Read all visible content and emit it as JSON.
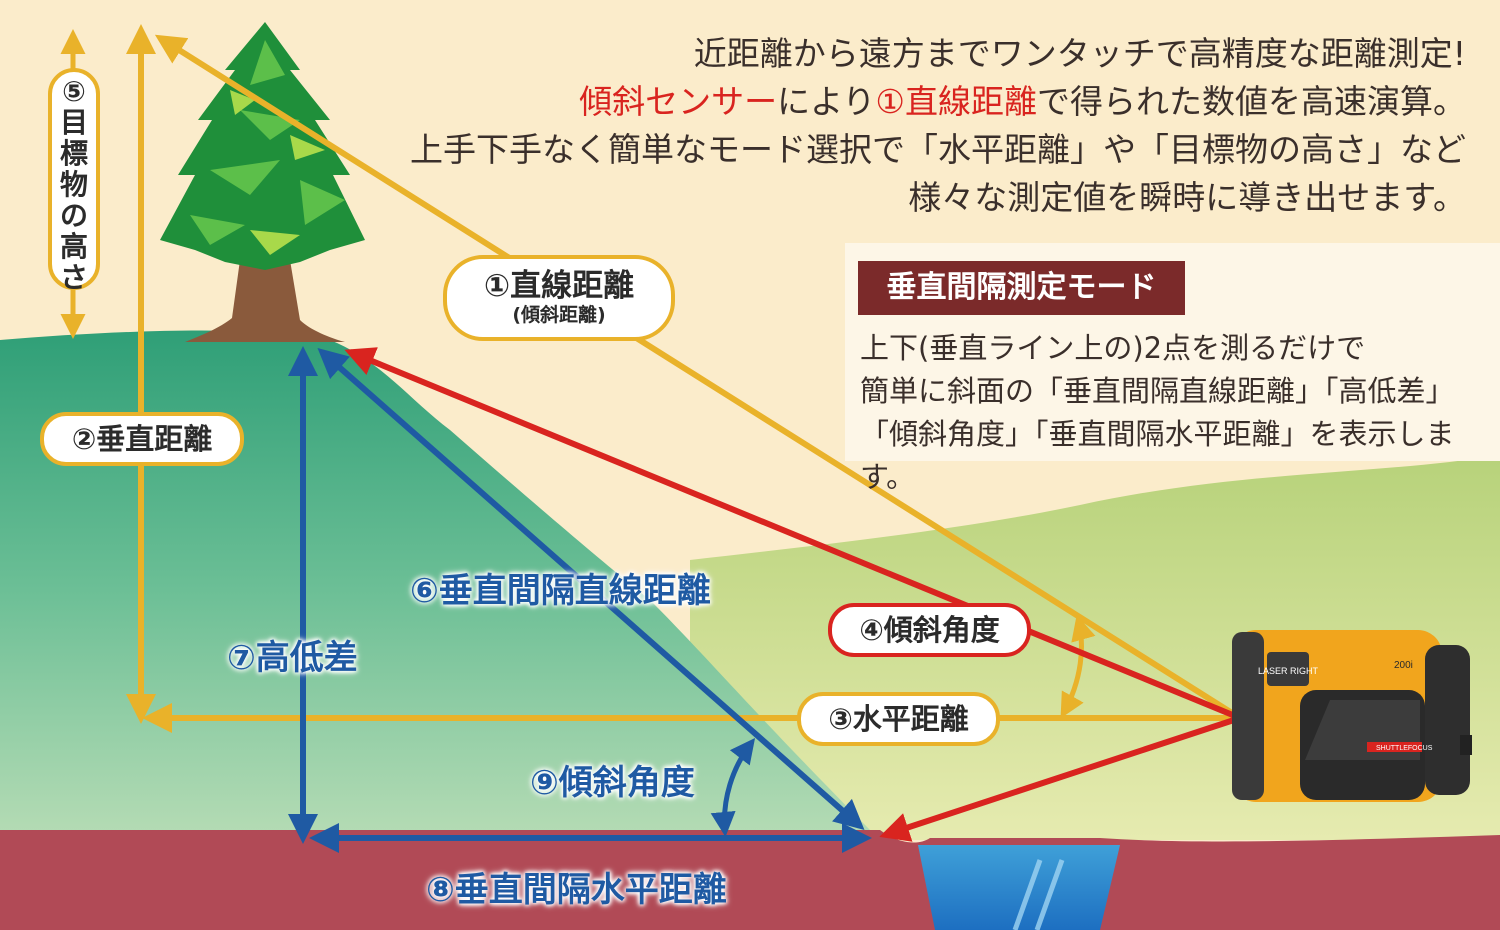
{
  "intro": {
    "line1": "近距離から遠方までワンタッチで高精度な距離測定!",
    "line2_red1": "傾斜センサー",
    "line2_mid": "により",
    "line2_red2": "①直線距離",
    "line2_end": "で得られた数値を高速演算。",
    "line3": "上手下手なく簡単なモード選択で「水平距離」や「目標物の高さ」など",
    "line4": "様々な測定値を瞬時に導き出せます。"
  },
  "mode": {
    "title": "垂直間隔測定モード",
    "desc1": "上下(垂直ライン上の)2点を測るだけで",
    "desc2": "簡単に斜面の「垂直間隔直線距離」「高低差」",
    "desc3": "「傾斜角度」「垂直間隔水平距離」を表示します。"
  },
  "labels": {
    "straight": "①直線距離",
    "straight_sub": "(傾斜距離)",
    "vertical": "②垂直距離",
    "horizontal": "③水平距離",
    "incline": "④傾斜角度",
    "target_height": "⑤目標物の高さ",
    "vi_straight": "⑥垂直間隔直線距離",
    "elevation": "⑦高低差",
    "vi_angle": "⑨傾斜角度",
    "vi_horizontal": "⑧垂直間隔水平距離"
  },
  "device": {
    "brand": "LASER RIGHT",
    "model": "200i",
    "series": "SHUTTLEFOCUS"
  },
  "colors": {
    "yellow": "#e9b22a",
    "red": "#d9241f",
    "blue": "#1f5aa3",
    "ground": "#b14a56",
    "mode_title_bg": "#7b2a2a"
  }
}
